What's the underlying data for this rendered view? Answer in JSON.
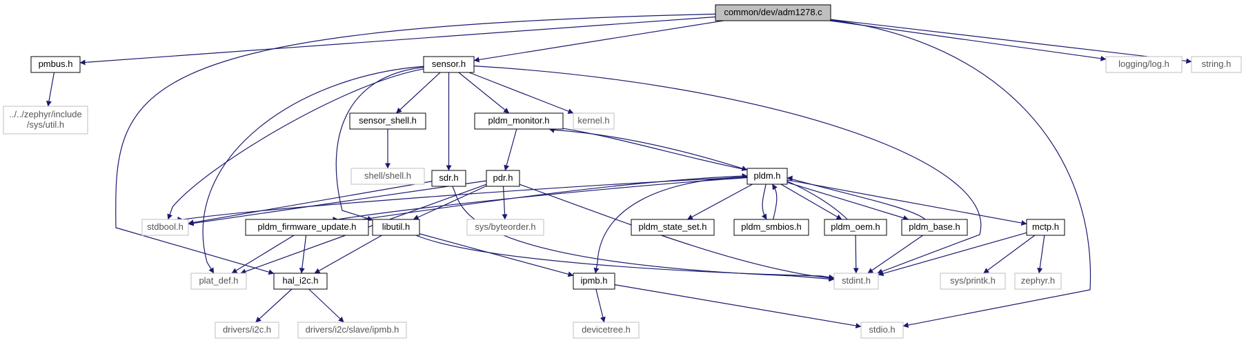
{
  "nodes": [
    {
      "id": "adm1278",
      "lines": [
        "common/dev/adm1278.c"
      ],
      "style": "root"
    },
    {
      "id": "pmbus",
      "lines": [
        "pmbus.h"
      ],
      "style": "normal"
    },
    {
      "id": "sensor",
      "lines": [
        "sensor.h"
      ],
      "style": "normal"
    },
    {
      "id": "loglog",
      "lines": [
        "logging/log.h"
      ],
      "style": "external"
    },
    {
      "id": "string",
      "lines": [
        "string.h"
      ],
      "style": "external"
    },
    {
      "id": "zephyrutil",
      "lines": [
        "../../zephyr/include",
        "/sys/util.h"
      ],
      "style": "external"
    },
    {
      "id": "sensor_shell",
      "lines": [
        "sensor_shell.h"
      ],
      "style": "normal"
    },
    {
      "id": "pldm_monitor",
      "lines": [
        "pldm_monitor.h"
      ],
      "style": "normal"
    },
    {
      "id": "kernel",
      "lines": [
        "kernel.h"
      ],
      "style": "external"
    },
    {
      "id": "shell",
      "lines": [
        "shell/shell.h"
      ],
      "style": "external"
    },
    {
      "id": "sdr",
      "lines": [
        "sdr.h"
      ],
      "style": "normal"
    },
    {
      "id": "pdr",
      "lines": [
        "pdr.h"
      ],
      "style": "normal"
    },
    {
      "id": "pldm",
      "lines": [
        "pldm.h"
      ],
      "style": "normal"
    },
    {
      "id": "stdbool",
      "lines": [
        "stdbool.h"
      ],
      "style": "external"
    },
    {
      "id": "pldm_fw",
      "lines": [
        "pldm_firmware_update.h"
      ],
      "style": "normal"
    },
    {
      "id": "libutil",
      "lines": [
        "libutil.h"
      ],
      "style": "normal"
    },
    {
      "id": "byteorder",
      "lines": [
        "sys/byteorder.h"
      ],
      "style": "external"
    },
    {
      "id": "pldm_state",
      "lines": [
        "pldm_state_set.h"
      ],
      "style": "normal"
    },
    {
      "id": "pldm_smbios",
      "lines": [
        "pldm_smbios.h"
      ],
      "style": "normal"
    },
    {
      "id": "pldm_oem",
      "lines": [
        "pldm_oem.h"
      ],
      "style": "normal"
    },
    {
      "id": "pldm_base",
      "lines": [
        "pldm_base.h"
      ],
      "style": "normal"
    },
    {
      "id": "mctp",
      "lines": [
        "mctp.h"
      ],
      "style": "normal"
    },
    {
      "id": "plat_def",
      "lines": [
        "plat_def.h"
      ],
      "style": "external"
    },
    {
      "id": "hal_i2c",
      "lines": [
        "hal_i2c.h"
      ],
      "style": "normal"
    },
    {
      "id": "ipmb",
      "lines": [
        "ipmb.h"
      ],
      "style": "normal"
    },
    {
      "id": "stdint",
      "lines": [
        "stdint.h"
      ],
      "style": "external"
    },
    {
      "id": "printk",
      "lines": [
        "sys/printk.h"
      ],
      "style": "external"
    },
    {
      "id": "zephyrh",
      "lines": [
        "zephyr.h"
      ],
      "style": "external"
    },
    {
      "id": "drv_i2c",
      "lines": [
        "drivers/i2c.h"
      ],
      "style": "external"
    },
    {
      "id": "drv_ipmb",
      "lines": [
        "drivers/i2c/slave/ipmb.h"
      ],
      "style": "external"
    },
    {
      "id": "devicetree",
      "lines": [
        "devicetree.h"
      ],
      "style": "external"
    },
    {
      "id": "stdio",
      "lines": [
        "stdio.h"
      ],
      "style": "external"
    }
  ],
  "edges": [
    [
      "adm1278",
      "pmbus"
    ],
    [
      "adm1278",
      "sensor"
    ],
    [
      "adm1278",
      "loglog"
    ],
    [
      "adm1278",
      "string"
    ],
    [
      "adm1278",
      "hal_i2c"
    ],
    [
      "adm1278",
      "stdio"
    ],
    [
      "pmbus",
      "zephyrutil"
    ],
    [
      "sensor",
      "sensor_shell"
    ],
    [
      "sensor",
      "pldm_monitor"
    ],
    [
      "sensor",
      "kernel"
    ],
    [
      "sensor",
      "sdr"
    ],
    [
      "sensor",
      "stdbool"
    ],
    [
      "sensor",
      "libutil"
    ],
    [
      "sensor",
      "plat_def"
    ],
    [
      "sensor",
      "stdint"
    ],
    [
      "sensor_shell",
      "shell"
    ],
    [
      "pldm_monitor",
      "pdr"
    ],
    [
      "pldm_monitor",
      "pldm"
    ],
    [
      "pldm",
      "pldm_monitor"
    ],
    [
      "sdr",
      "stdbool"
    ],
    [
      "sdr",
      "stdint"
    ],
    [
      "pdr",
      "stdbool"
    ],
    [
      "pdr",
      "libutil"
    ],
    [
      "pdr",
      "byteorder"
    ],
    [
      "pdr",
      "plat_def"
    ],
    [
      "pdr",
      "stdint"
    ],
    [
      "pldm",
      "stdbool"
    ],
    [
      "pldm",
      "pldm_fw"
    ],
    [
      "pldm_fw",
      "pldm"
    ],
    [
      "pldm",
      "ipmb"
    ],
    [
      "pldm",
      "pldm_state"
    ],
    [
      "pldm",
      "pldm_smbios"
    ],
    [
      "pldm_smbios",
      "pldm"
    ],
    [
      "pldm",
      "pldm_oem"
    ],
    [
      "pldm_oem",
      "pldm"
    ],
    [
      "pldm",
      "pldm_base"
    ],
    [
      "pldm_base",
      "pldm"
    ],
    [
      "pldm",
      "mctp"
    ],
    [
      "pldm_fw",
      "plat_def"
    ],
    [
      "pldm_fw",
      "hal_i2c"
    ],
    [
      "libutil",
      "hal_i2c"
    ],
    [
      "libutil",
      "ipmb"
    ],
    [
      "libutil",
      "stdint"
    ],
    [
      "pldm_oem",
      "stdint"
    ],
    [
      "pldm_base",
      "stdint"
    ],
    [
      "mctp",
      "stdint"
    ],
    [
      "mctp",
      "printk"
    ],
    [
      "mctp",
      "zephyrh"
    ],
    [
      "hal_i2c",
      "drv_i2c"
    ],
    [
      "hal_i2c",
      "drv_ipmb"
    ],
    [
      "ipmb",
      "devicetree"
    ],
    [
      "ipmb",
      "stdio"
    ]
  ],
  "colors": {
    "root_fill": "#bfbfbf",
    "node_fill": "#ffffff",
    "node_border": "#000000",
    "external_border": "#bfbfbf",
    "external_text": "#555555",
    "edge": "#191970"
  }
}
